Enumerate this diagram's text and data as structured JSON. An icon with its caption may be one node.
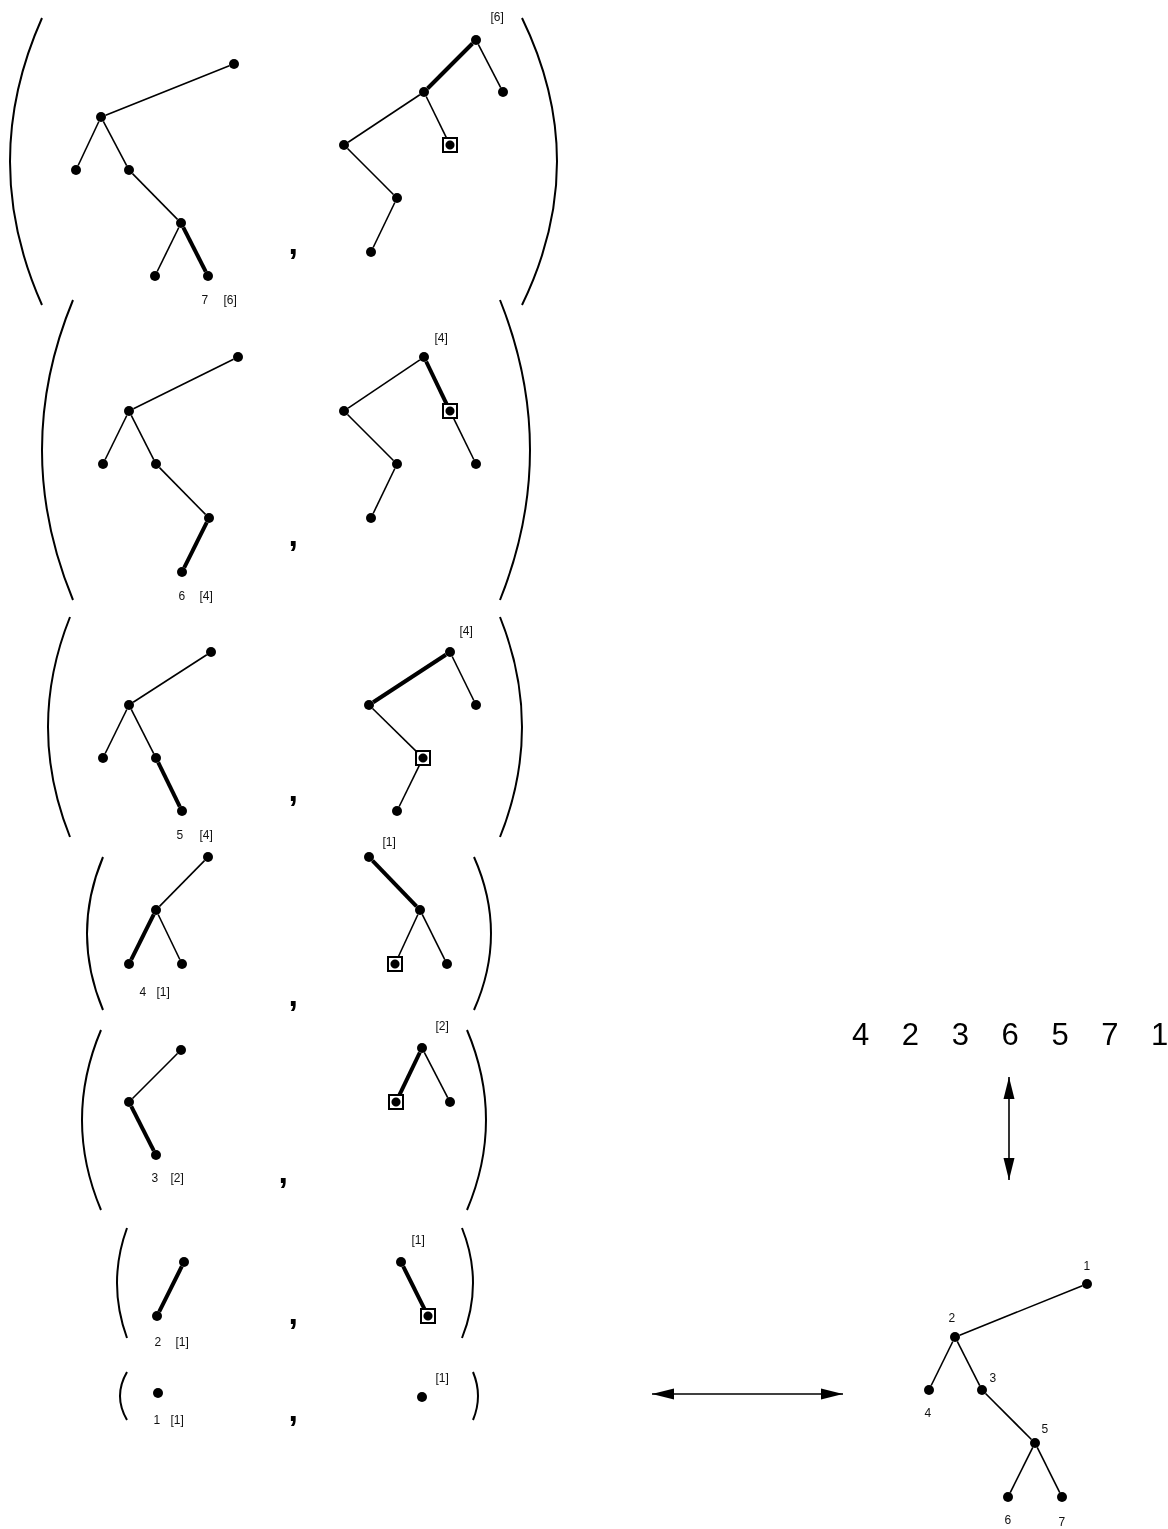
{
  "diagram": {
    "nodes": [
      {
        "text": [],
        "shape": "circle"
      },
      {
        "text": [],
        "shape": "circle"
      },
      {
        "text": [],
        "shape": "circle"
      },
      {
        "text": [],
        "shape": "circle"
      },
      {
        "text": [],
        "shape": "circle"
      },
      {
        "text": [],
        "shape": "circle"
      },
      {
        "text": [],
        "shape": "circle",
        "beside": [
          "7",
          "[6]"
        ]
      },
      {
        "text": [],
        "shape": "circle",
        "beside": [
          "[6]"
        ]
      },
      {
        "text": [],
        "shape": "circle"
      },
      {
        "text": [],
        "shape": "circle"
      },
      {
        "text": [],
        "shape": "box"
      },
      {
        "text": [],
        "shape": "circle"
      },
      {
        "text": [],
        "shape": "circle"
      },
      {
        "text": [],
        "shape": "circle"
      },
      {
        "text": [],
        "shape": "circle"
      },
      {
        "text": [],
        "shape": "circle"
      },
      {
        "text": [],
        "shape": "circle"
      },
      {
        "text": [],
        "shape": "circle"
      },
      {
        "text": [],
        "shape": "circle"
      },
      {
        "text": [],
        "shape": "circle",
        "beside": [
          "6",
          "[4]"
        ]
      },
      {
        "text": [],
        "shape": "circle",
        "beside": [
          "[4]"
        ]
      },
      {
        "text": [],
        "shape": "box"
      },
      {
        "text": [],
        "shape": "circle"
      },
      {
        "text": [],
        "shape": "circle"
      },
      {
        "text": [],
        "shape": "circle"
      },
      {
        "text": [],
        "shape": "circle"
      },
      {
        "text": [],
        "shape": "circle"
      },
      {
        "text": [],
        "shape": "circle"
      },
      {
        "text": [],
        "shape": "circle"
      },
      {
        "text": [],
        "shape": "circle"
      },
      {
        "text": [],
        "shape": "circle",
        "beside": [
          "5",
          "[4]"
        ]
      },
      {
        "text": [],
        "shape": "circle",
        "beside": [
          "[4]"
        ]
      },
      {
        "text": [],
        "shape": "circle"
      },
      {
        "text": [],
        "shape": "circle"
      },
      {
        "text": [],
        "shape": "box"
      },
      {
        "text": [],
        "shape": "circle"
      },
      {
        "text": [],
        "shape": "circle"
      },
      {
        "text": [],
        "shape": "circle"
      },
      {
        "text": [],
        "shape": "circle",
        "beside": [
          "4",
          "[1]"
        ]
      },
      {
        "text": [],
        "shape": "circle"
      },
      {
        "text": [],
        "shape": "circle",
        "beside": [
          "[1]"
        ]
      },
      {
        "text": [],
        "shape": "circle"
      },
      {
        "text": [],
        "shape": "box"
      },
      {
        "text": [],
        "shape": "circle"
      },
      {
        "text": [],
        "shape": "circle"
      },
      {
        "text": [],
        "shape": "circle"
      },
      {
        "text": [],
        "shape": "circle",
        "beside": [
          "3",
          "[2]"
        ]
      },
      {
        "text": [],
        "shape": "circle",
        "beside": [
          "[2]"
        ]
      },
      {
        "text": [],
        "shape": "box"
      },
      {
        "text": [],
        "shape": "circle"
      },
      {
        "text": [],
        "shape": "circle"
      },
      {
        "text": [],
        "shape": "circle",
        "beside": [
          "2",
          "[1]"
        ]
      },
      {
        "text": [],
        "shape": "circle",
        "beside": [
          "[1]"
        ]
      },
      {
        "text": [],
        "shape": "box"
      },
      {
        "text": [],
        "shape": "circle",
        "beside": [
          "1",
          "[1]"
        ]
      },
      {
        "text": [],
        "shape": "circle",
        "beside": [
          "[1]"
        ]
      },
      {
        "text": [
          "4 2 3 6 5 7 1"
        ]
      },
      {
        "text": [],
        "shape": "circle",
        "beside": [
          "1"
        ]
      },
      {
        "text": [],
        "shape": "circle",
        "beside": [
          "2"
        ]
      },
      {
        "text": [],
        "shape": "circle",
        "beside": [
          "4"
        ]
      },
      {
        "text": [],
        "shape": "circle",
        "beside": [
          "3"
        ]
      },
      {
        "text": [],
        "shape": "circle",
        "beside": [
          "5"
        ]
      },
      {
        "text": [],
        "shape": "circle",
        "beside": [
          "6"
        ]
      },
      {
        "text": [],
        "shape": "circle",
        "beside": [
          "7"
        ]
      }
    ],
    "edges": [
      {
        "from": 0,
        "to": 1,
        "arrow": "none"
      },
      {
        "from": 1,
        "to": 2,
        "arrow": "none"
      },
      {
        "from": 1,
        "to": 3,
        "arrow": "none"
      },
      {
        "from": 3,
        "to": 4,
        "arrow": "none"
      },
      {
        "from": 4,
        "to": 5,
        "arrow": "none"
      },
      {
        "from": 4,
        "to": 6,
        "arrow": "none",
        "style": "thick"
      },
      {
        "from": 7,
        "to": 8,
        "arrow": "none",
        "style": "thick"
      },
      {
        "from": 7,
        "to": 9,
        "arrow": "none"
      },
      {
        "from": 8,
        "to": 10,
        "arrow": "none"
      },
      {
        "from": 8,
        "to": 11,
        "arrow": "none"
      },
      {
        "from": 11,
        "to": 12,
        "arrow": "none"
      },
      {
        "from": 12,
        "to": 13,
        "arrow": "none"
      },
      {
        "from": 14,
        "to": 15,
        "arrow": "none"
      },
      {
        "from": 15,
        "to": 16,
        "arrow": "none"
      },
      {
        "from": 15,
        "to": 17,
        "arrow": "none"
      },
      {
        "from": 17,
        "to": 18,
        "arrow": "none"
      },
      {
        "from": 18,
        "to": 19,
        "arrow": "none",
        "style": "thick"
      },
      {
        "from": 20,
        "to": 21,
        "arrow": "none",
        "style": "thick"
      },
      {
        "from": 21,
        "to": 22,
        "arrow": "none"
      },
      {
        "from": 20,
        "to": 23,
        "arrow": "none"
      },
      {
        "from": 23,
        "to": 24,
        "arrow": "none"
      },
      {
        "from": 24,
        "to": 25,
        "arrow": "none"
      },
      {
        "from": 26,
        "to": 27,
        "arrow": "none"
      },
      {
        "from": 27,
        "to": 28,
        "arrow": "none"
      },
      {
        "from": 27,
        "to": 29,
        "arrow": "none"
      },
      {
        "from": 29,
        "to": 30,
        "arrow": "none",
        "style": "thick"
      },
      {
        "from": 31,
        "to": 33,
        "arrow": "none",
        "style": "thick"
      },
      {
        "from": 31,
        "to": 32,
        "arrow": "none"
      },
      {
        "from": 33,
        "to": 34,
        "arrow": "none"
      },
      {
        "from": 34,
        "to": 35,
        "arrow": "none"
      },
      {
        "from": 36,
        "to": 37,
        "arrow": "none"
      },
      {
        "from": 37,
        "to": 38,
        "arrow": "none",
        "style": "thick"
      },
      {
        "from": 37,
        "to": 39,
        "arrow": "none"
      },
      {
        "from": 40,
        "to": 41,
        "arrow": "none",
        "style": "thick"
      },
      {
        "from": 41,
        "to": 42,
        "arrow": "none"
      },
      {
        "from": 41,
        "to": 43,
        "arrow": "none"
      },
      {
        "from": 44,
        "to": 45,
        "arrow": "none"
      },
      {
        "from": 45,
        "to": 46,
        "arrow": "none",
        "style": "thick"
      },
      {
        "from": 47,
        "to": 48,
        "arrow": "none",
        "style": "thick"
      },
      {
        "from": 47,
        "to": 49,
        "arrow": "none"
      },
      {
        "from": 50,
        "to": 51,
        "arrow": "none",
        "style": "thick"
      },
      {
        "from": 52,
        "to": 53,
        "arrow": "none",
        "style": "thick"
      },
      {
        "from": 56,
        "to": null,
        "arrow": "both"
      },
      {
        "from": 57,
        "to": 58,
        "arrow": "none"
      },
      {
        "from": 58,
        "to": 59,
        "arrow": "none"
      },
      {
        "from": 58,
        "to": 60,
        "arrow": "none"
      },
      {
        "from": 60,
        "to": 61,
        "arrow": "none"
      },
      {
        "from": 61,
        "to": 62,
        "arrow": "none"
      },
      {
        "from": 61,
        "to": 63,
        "arrow": "none"
      }
    ],
    "labels": [
      ",",
      ",",
      ",",
      ",",
      ",",
      ",",
      ","
    ]
  }
}
